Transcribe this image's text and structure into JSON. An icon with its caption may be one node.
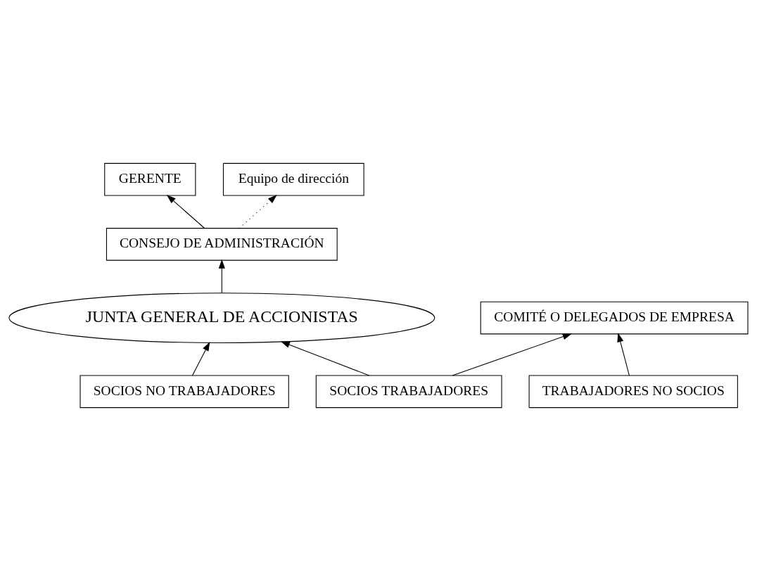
{
  "diagram": {
    "nodes": [
      {
        "text": [
          "GERENTE"
        ]
      },
      {
        "text": [
          "Equipo de dirección"
        ]
      },
      {
        "text": [
          "CONSEJO DE ADMINISTRACIÓN"
        ]
      },
      {
        "text": [
          "COMITÉ O DELEGADOS DE EMPRESA"
        ]
      },
      {
        "text": [
          "JUNTA GENERAL DE ACCIONISTAS"
        ]
      },
      {
        "text": [
          "SOCIOS NO TRABAJADORES"
        ]
      },
      {
        "text": [
          "SOCIOS TRABAJADORES"
        ]
      },
      {
        "text": [
          "TRABAJADORES NO SOCIOS"
        ]
      }
    ],
    "edges": [
      {
        "from": 2,
        "to": 0,
        "arrow": "to"
      },
      {
        "from": 2,
        "to": 1,
        "arrow": "to",
        "style": "dashed"
      },
      {
        "from": 4,
        "to": 2,
        "arrow": "to"
      },
      {
        "from": 5,
        "to": 4,
        "arrow": "to"
      },
      {
        "from": 6,
        "to": 4,
        "arrow": "to"
      },
      {
        "from": 6,
        "to": 3,
        "arrow": "to"
      },
      {
        "from": 7,
        "to": 3,
        "arrow": "to"
      }
    ]
  }
}
